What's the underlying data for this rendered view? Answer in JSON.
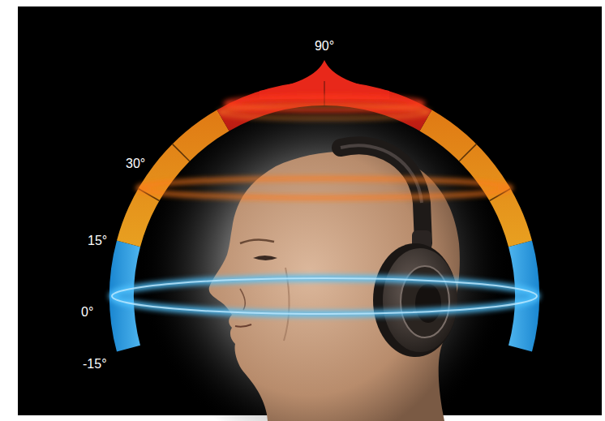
{
  "diagram": {
    "labels": [
      "90°",
      "30°",
      "15°",
      "0°",
      "-15°"
    ]
  }
}
